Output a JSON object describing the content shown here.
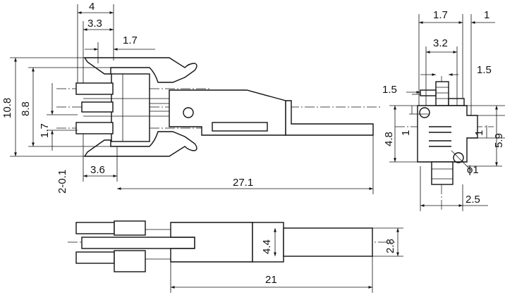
{
  "dimensions": {
    "top_view": {
      "d_4": "4",
      "d_3_3": "3.3",
      "d_1_7": "1.7",
      "d_10_8": "10.8",
      "d_8_8": "8.8",
      "d_1_7_pitch": "1.7",
      "d_2_0_1": "2-0.1",
      "d_3_6": "3.6",
      "d_27_1": "27.1"
    },
    "end_view": {
      "d_1_7": "1.7",
      "d_1": "1",
      "d_3_2": "3.2",
      "d_1_5_right": "1.5",
      "d_1_5_left": "1.5",
      "d_4_8": "4.8",
      "d_1_left": "1",
      "d_1_right": "1",
      "d_5_9": "5.9",
      "d_phi_1": "ϕ1",
      "d_2_5": "2.5"
    },
    "side_view": {
      "d_4_4": "4.4",
      "d_2_8": "2.8",
      "d_21": "21"
    }
  }
}
